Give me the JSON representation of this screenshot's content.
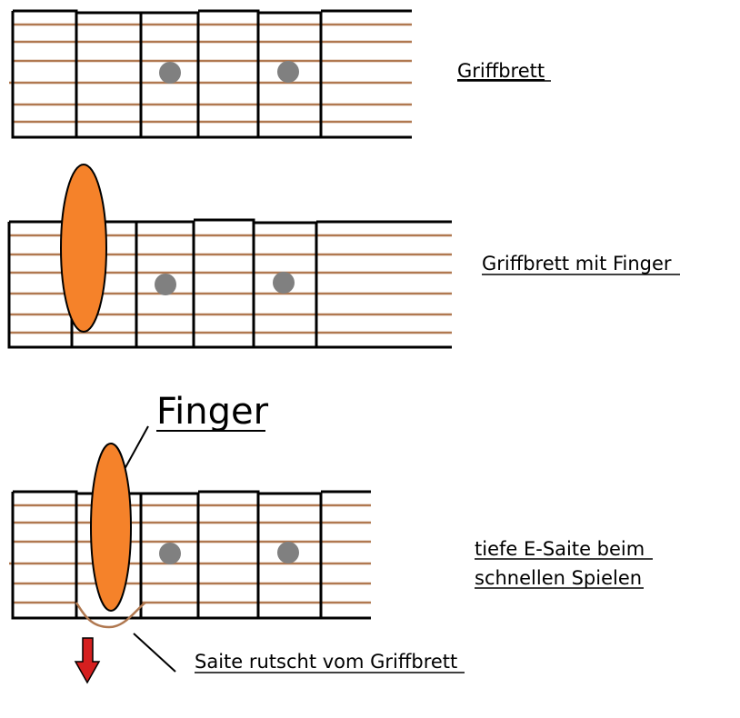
{
  "labels": {
    "fretboard": "Griffbrett",
    "fretboard_with_finger": "Griffbrett mit Finger",
    "finger": "Finger",
    "low_e_line1": "tiefe E-Saite beim",
    "low_e_line2": "schnellen Spielen",
    "string_slips": "Saite rutscht vom Griffbrett"
  },
  "colors": {
    "string": "#b07850",
    "fret": "#000000",
    "finger": "#f5822a",
    "inlay": "#808080",
    "arrow": "#d51f1f"
  },
  "icons": {
    "down_arrow": "down-arrow-icon",
    "inlay_dot": "fret-inlay-dot"
  }
}
